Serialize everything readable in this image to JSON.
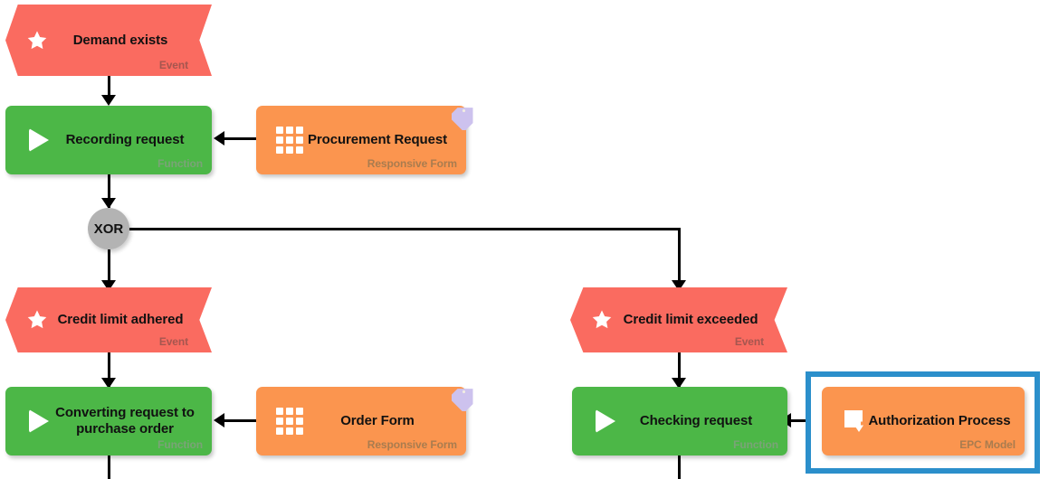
{
  "diagram": {
    "type": "EPC (Event-driven Process Chain)",
    "colors": {
      "event": "#fa6b60",
      "function": "#4cb747",
      "data_object": "#fb954f",
      "gateway": "#b3b3b3",
      "selection": "#2b8fcb",
      "tag": "#cdc2ee",
      "connector": "#000000",
      "canvas": "#ffffff"
    }
  },
  "nodes": {
    "demand_exists": {
      "label": "Demand exists",
      "stereotype": "Event",
      "icon": "star-icon"
    },
    "recording_request": {
      "label": "Recording request",
      "stereotype": "Function",
      "icon": "play-icon"
    },
    "procurement_request": {
      "label": "Procurement Request",
      "stereotype": "Responsive Form",
      "icon": "grid-icon"
    },
    "xor_gateway": {
      "label": "XOR",
      "stereotype": "",
      "icon": "xor-gateway-icon"
    },
    "credit_limit_adhered": {
      "label": "Credit limit adhered",
      "stereotype": "Event",
      "icon": "star-icon"
    },
    "credit_limit_exceeded": {
      "label": "Credit limit exceeded",
      "stereotype": "Event",
      "icon": "star-icon"
    },
    "converting_request": {
      "label_line1": "Converting request to",
      "label_line2": "purchase order",
      "stereotype": "Function",
      "icon": "play-icon"
    },
    "order_form": {
      "label": "Order Form",
      "stereotype": "Responsive Form",
      "icon": "grid-icon"
    },
    "checking_request": {
      "label": "Checking request",
      "stereotype": "Function",
      "icon": "play-icon"
    },
    "authorization_process": {
      "label": "Authorization Process",
      "stereotype": "EPC Model",
      "icon": "epc-model-icon",
      "selected": true
    }
  }
}
